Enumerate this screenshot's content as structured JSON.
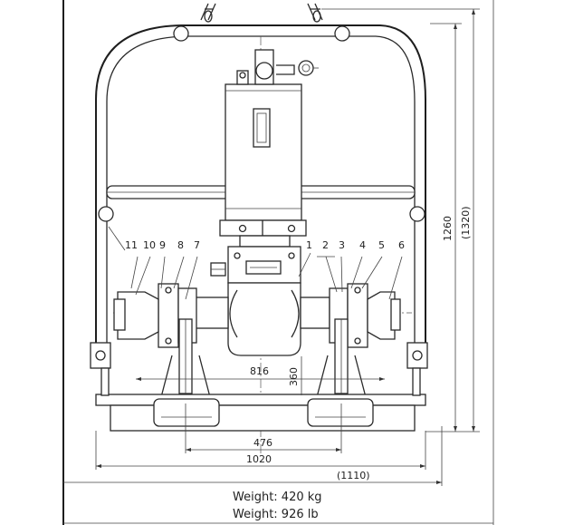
{
  "dimensions": {
    "d816": "816",
    "d360": "360",
    "d476": "476",
    "d1020": "1020",
    "d1110": "(1110)",
    "d1260": "1260",
    "d1320": "(1320)"
  },
  "balloons": [
    "1",
    "2",
    "3",
    "4",
    "5",
    "6",
    "7",
    "8",
    "9",
    "10",
    "11"
  ],
  "weight": {
    "kg": "Weight: 420 kg",
    "lb": "Weight: 926 lb"
  }
}
